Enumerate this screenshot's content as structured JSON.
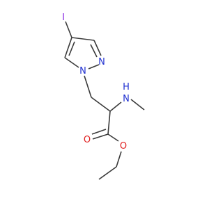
{
  "molecule": {
    "colors": {
      "bond": "#3a3a3a",
      "nitrogen": "#2030d0",
      "oxygen": "#e02020",
      "iodine": "#8a2be2",
      "carbon_label": "#3a3a3a",
      "background": "#ffffff"
    },
    "atoms": {
      "iodine": "I",
      "n1": "N",
      "n2": "N",
      "amine_n": "N",
      "amine_h": "H",
      "carbonyl_o": "O",
      "ester_o": "O"
    }
  }
}
